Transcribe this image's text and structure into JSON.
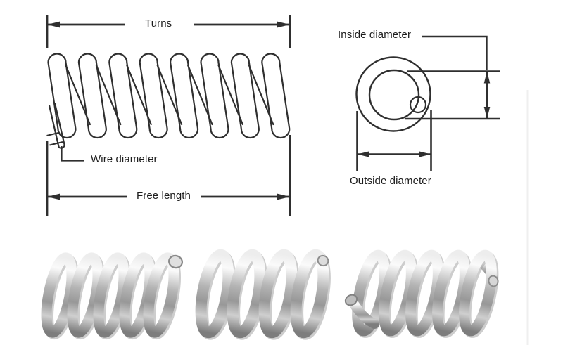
{
  "side_view": {
    "turns_label": "Turns",
    "wire_diameter_label": "Wire diameter",
    "free_length_label": "Free length"
  },
  "end_view": {
    "inside_diameter_label": "Inside diameter",
    "outside_diameter_label": "Outside diameter"
  },
  "colors": {
    "line_art": "#2f2f2f",
    "label_text": "#1c1c1c",
    "metal_highlight": "#fafafa",
    "metal_mid": "#b5b5b5",
    "metal_shadow": "#7d7d7d",
    "background": "#ffffff"
  }
}
